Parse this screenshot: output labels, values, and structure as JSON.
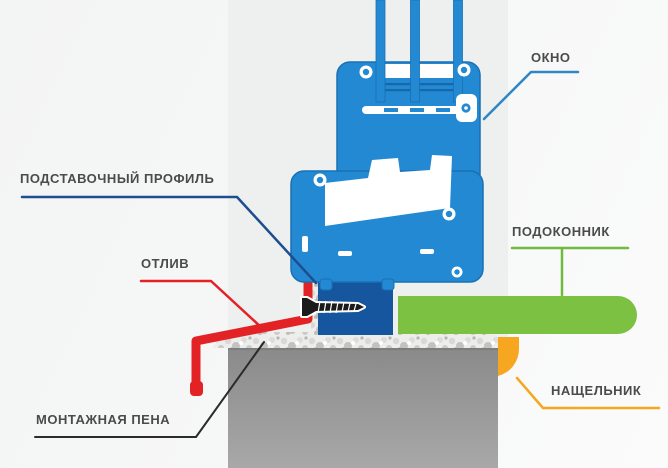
{
  "labels": {
    "window": {
      "text": "ОКНО",
      "line_color": "#2e86c5"
    },
    "support_profile": {
      "text": "ПОДСТАВОЧНЫЙ ПРОФИЛЬ",
      "line_color": "#1d4e8f"
    },
    "drip": {
      "text": "ОТЛИВ",
      "line_color": "#e32226"
    },
    "mounting_foam": {
      "text": "МОНТАЖНАЯ ПЕНА",
      "line_color": "#2b2b2b"
    },
    "window_sill": {
      "text": "ПОДОКОННИК",
      "line_color": "#6fbb3f"
    },
    "flashing": {
      "text": "НАЩЕЛЬНИК",
      "line_color": "#f7a71f"
    }
  },
  "colors": {
    "window_profile": "#2289d2",
    "window_profile_outline": "#1970b4",
    "support_profile": "#15569e",
    "sill": "#7cc142",
    "flashing": "#f7a71f",
    "drip": "#e32226",
    "screw": "#1b1b1b",
    "wall_top": "#8a8a8a",
    "wall_bottom": "#a8a8a8",
    "foam_base": "#ededec",
    "label_text": "#4b4b4b"
  }
}
